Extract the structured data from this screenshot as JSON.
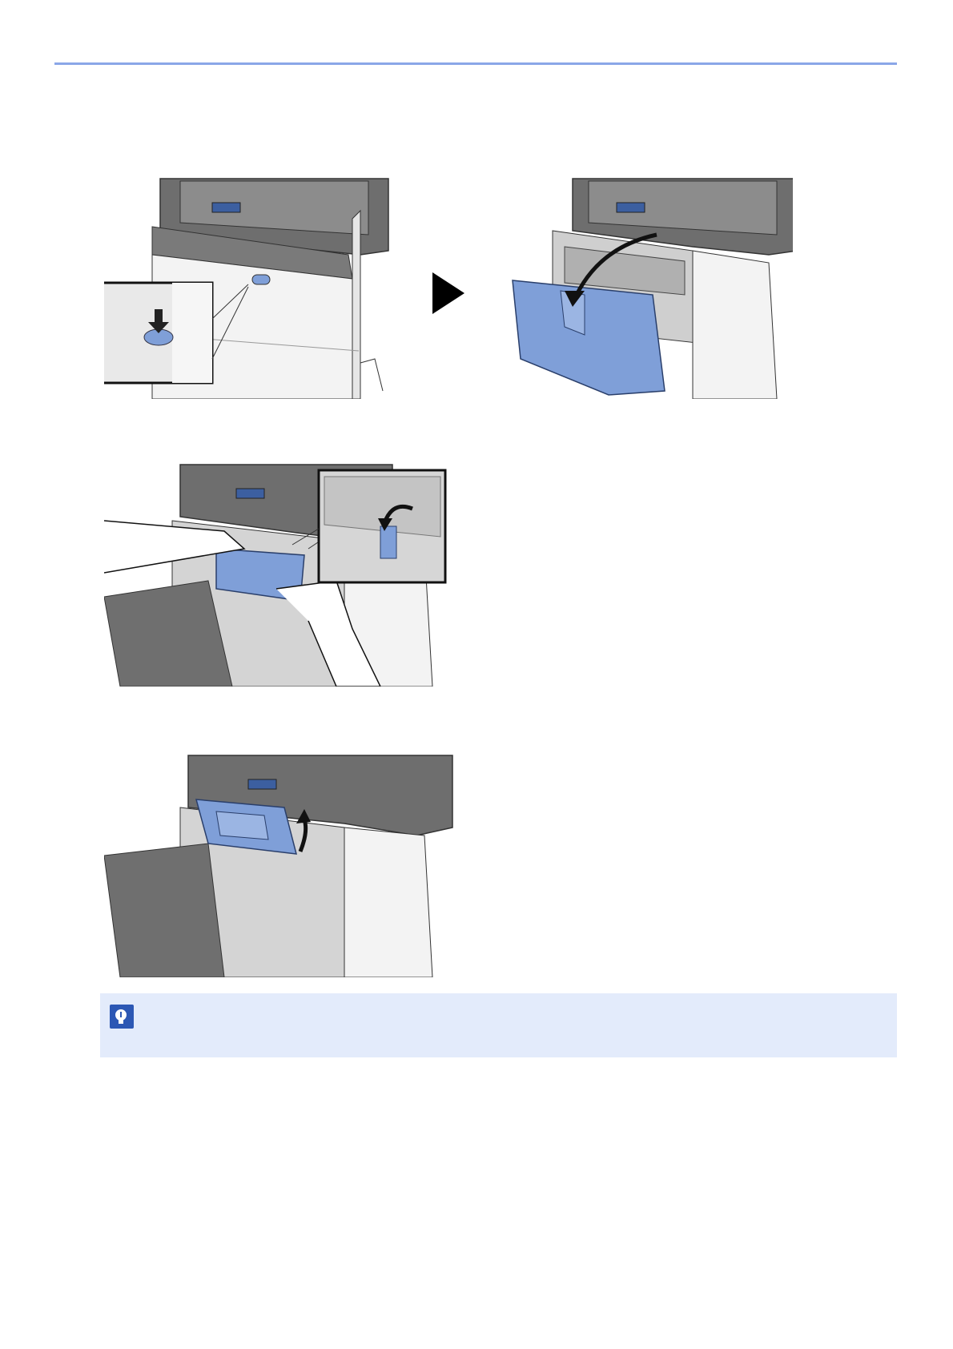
{
  "header": {
    "rule_color": "#8aa6e8"
  },
  "figures": [
    {
      "name": "open-front-cover-step",
      "icons": [
        "printer-release-button-icon",
        "arrow-right-icon",
        "printer-front-cover-open-icon"
      ]
    },
    {
      "name": "remove-toner-step",
      "icons": [
        "hands-pressing-toner-icon",
        "lock-lever-detail-icon"
      ]
    },
    {
      "name": "lift-toner-step",
      "icons": [
        "toner-lift-arrow-icon"
      ]
    }
  ],
  "note": {
    "icon": "hint-icon",
    "text": "",
    "background": "#e3ebfb"
  },
  "colors": {
    "accent_part": "#7f9fd8",
    "accent_part_dark": "#5d7fbd",
    "printer_body": "#f2f2f2",
    "printer_dark": "#6a6a6a"
  }
}
